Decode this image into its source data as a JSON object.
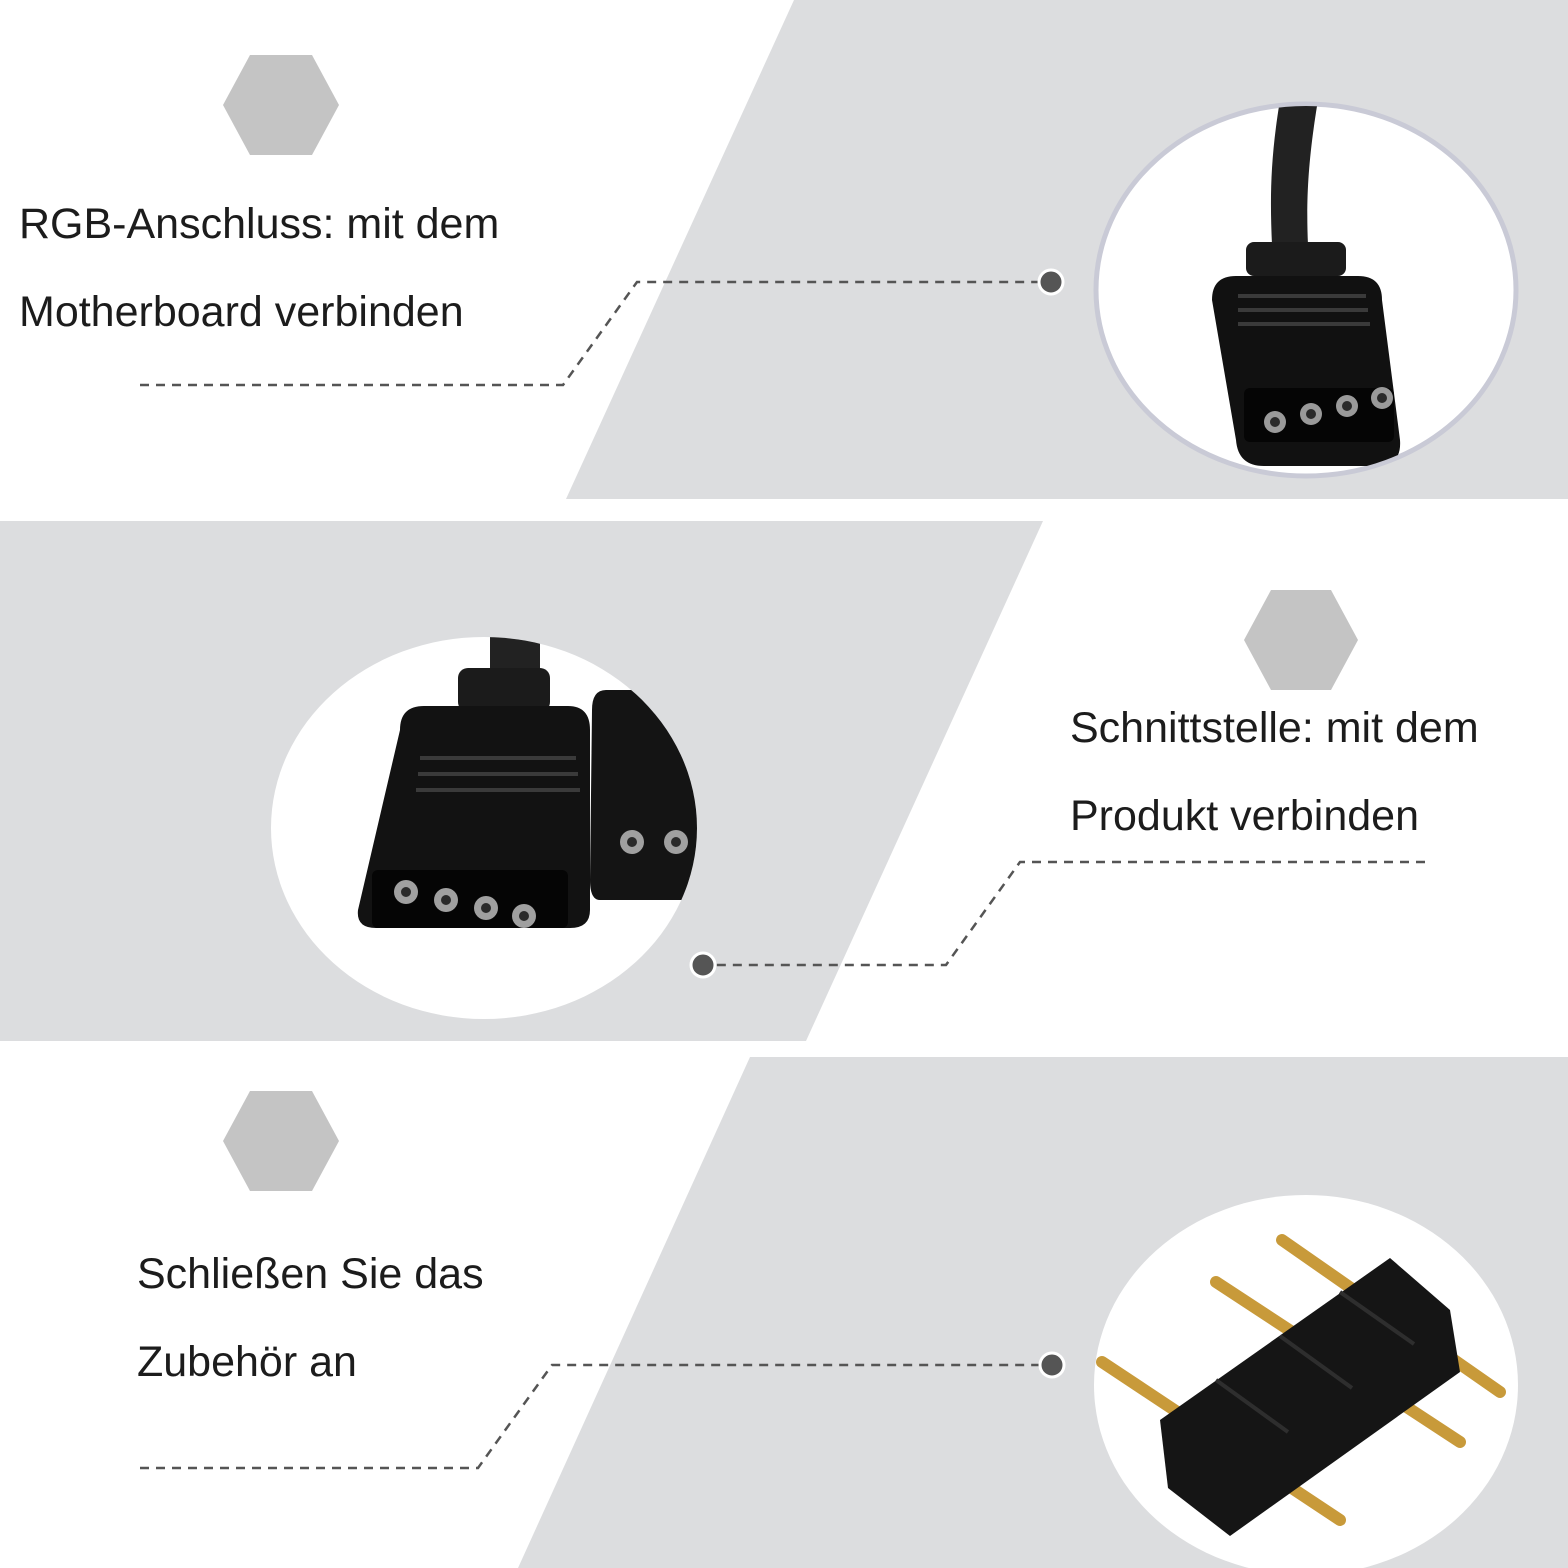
{
  "background_color": "#ffffff",
  "band_color": "#dcdddf",
  "hexagon_color": "#c4c4c4",
  "callout_color": "#555555",
  "sections": [
    {
      "id": "rgb",
      "icon": "hexagon-icon",
      "line1": "RGB-Anschluss: mit dem",
      "line2": "Motherboard verbinden",
      "image": "rgb-4pin-female-connector-photo"
    },
    {
      "id": "interface",
      "icon": "hexagon-icon",
      "line1": "Schnittstelle: mit dem",
      "line2": "Produkt verbinden",
      "image": "twin-4pin-connectors-photo"
    },
    {
      "id": "accessory",
      "icon": "hexagon-icon",
      "line1": "Schließen Sie das",
      "line2": "Zubehör an",
      "image": "4pin-male-adapter-photo"
    }
  ]
}
